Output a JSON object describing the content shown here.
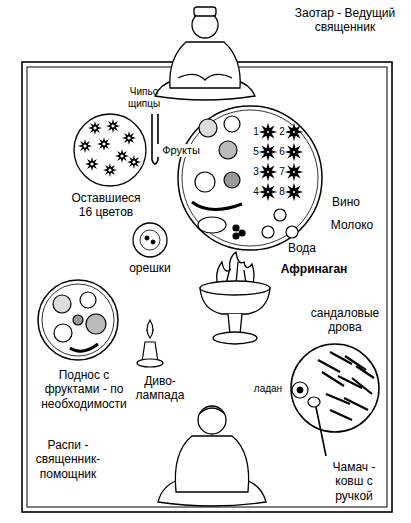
{
  "diagram": {
    "labels": [
      "Заотар - Ведущий священник",
      "Чипьо щипцы",
      "Фрукты",
      "1",
      "2",
      "3",
      "4",
      "5",
      "6",
      "7",
      "8",
      "Оставшиеся 16 цветов",
      "Вино",
      "Молоко",
      "Вода",
      "орешки",
      "Афринаган",
      "сандаловые дрова",
      "ладан",
      "Поднос с фруктами - по необходимости",
      "Диво-лампада",
      "Распи - священник-помощник",
      "Чамач - ковш с ручкой"
    ]
  }
}
